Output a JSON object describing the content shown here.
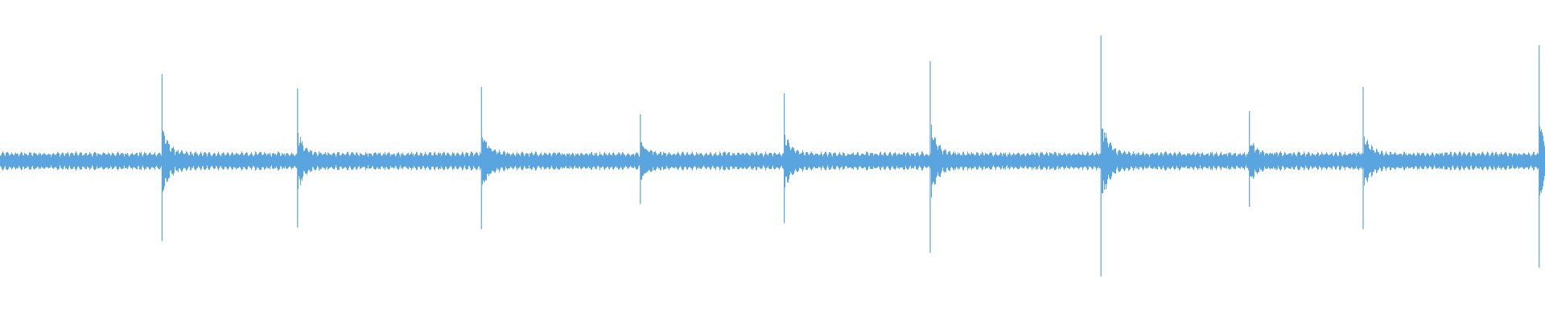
{
  "waveform": {
    "color": "#5aa5e0",
    "background": "#ffffff",
    "duration_fraction_markers": [
      0.1049,
      0.1926,
      0.3116,
      0.4145,
      0.5076,
      0.6021,
      0.7126,
      0.8087,
      0.8823,
      0.9962
    ],
    "transient_amplitudes": [
      0.54,
      0.45,
      0.46,
      0.29,
      0.42,
      0.62,
      0.78,
      0.31,
      0.46,
      0.72
    ],
    "baseline_amplitude": 0.06
  }
}
